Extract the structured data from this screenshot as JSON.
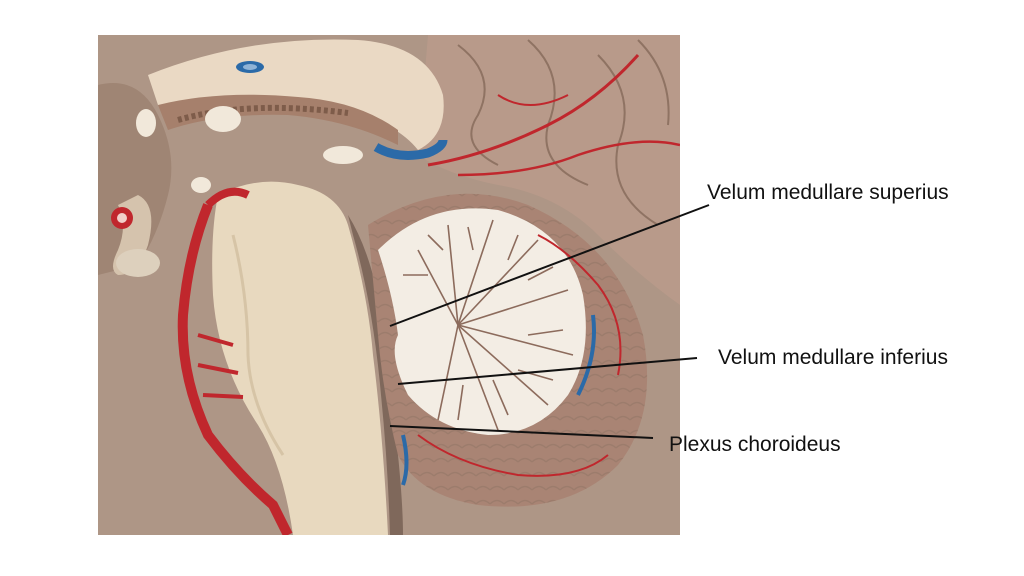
{
  "slide": {
    "labels": [
      {
        "id": "velum-medullare-superius",
        "text": "Velum medullare superius"
      },
      {
        "id": "velum-medullare-inferius",
        "text": "Velum medullare inferius"
      },
      {
        "id": "plexus-choroideus",
        "text": "Plexus choroideus"
      }
    ]
  },
  "colors": {
    "background": "#ffffff",
    "tissue": "#a08a78",
    "brainstem": "#e8d9bf",
    "cerebellum_white": "#f3ede4",
    "artery": "#c0272d",
    "vein": "#2b6aa8",
    "leader_line": "#111111"
  }
}
